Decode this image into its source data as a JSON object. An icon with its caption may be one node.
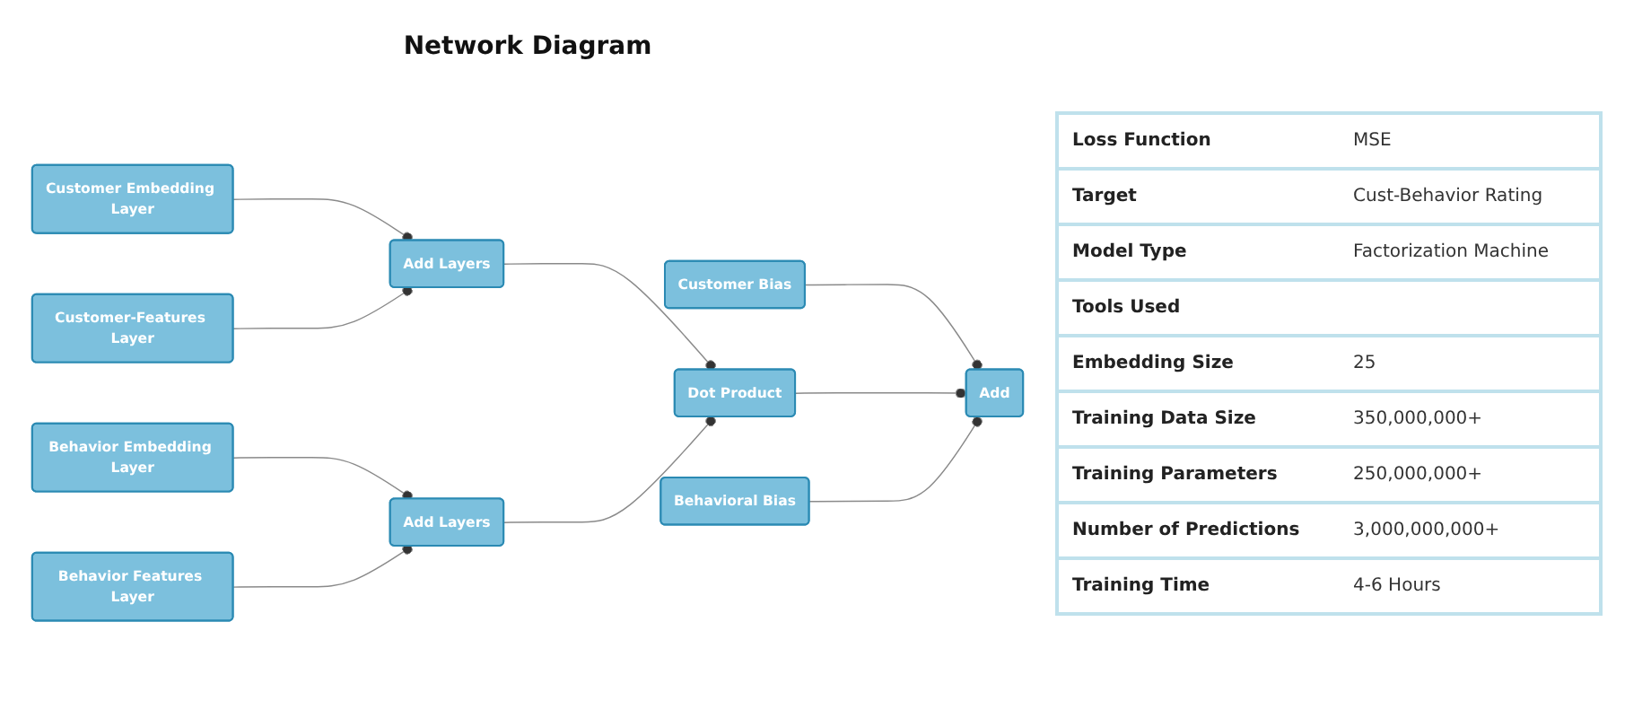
{
  "diagram": {
    "title": "Network Diagram",
    "nodes": [
      {
        "text": [
          "Customer Embedding Layer"
        ]
      },
      {
        "text": [
          "Customer-Features Layer"
        ]
      },
      {
        "text": [
          "Add Layers"
        ]
      },
      {
        "text": [
          "Behavior Embedding Layer"
        ]
      },
      {
        "text": [
          "Behavior Features Layer"
        ]
      },
      {
        "text": [
          "Add Layers"
        ]
      },
      {
        "text": [
          "Customer Bias"
        ]
      },
      {
        "text": [
          "Dot Product"
        ]
      },
      {
        "text": [
          "Behavioral Bias"
        ]
      },
      {
        "text": [
          "Add"
        ]
      }
    ],
    "edges": [
      {
        "from": 0,
        "to": 2,
        "arrow": "other"
      },
      {
        "from": 1,
        "to": 2,
        "arrow": "other"
      },
      {
        "from": 3,
        "to": 5,
        "arrow": "other"
      },
      {
        "from": 4,
        "to": 5,
        "arrow": "other"
      },
      {
        "from": 2,
        "to": 7,
        "arrow": "other"
      },
      {
        "from": 5,
        "to": 7,
        "arrow": "other"
      },
      {
        "from": 6,
        "to": 9,
        "arrow": "other"
      },
      {
        "from": 7,
        "to": 9,
        "arrow": "other"
      },
      {
        "from": 8,
        "to": 9,
        "arrow": "other"
      }
    ],
    "labels": [
      "Loss Function",
      "MSE",
      "Target",
      "Cust-Behavior Rating",
      "Model Type",
      "Factorization Machine",
      "Tools Used",
      "Embedding Size",
      "25",
      "Training Data Size",
      "350,000,000+",
      "Training Parameters",
      "250,000,000+",
      "Number of Predictions",
      "3,000,000,000+",
      "Training Time",
      "4-6 Hours"
    ]
  }
}
